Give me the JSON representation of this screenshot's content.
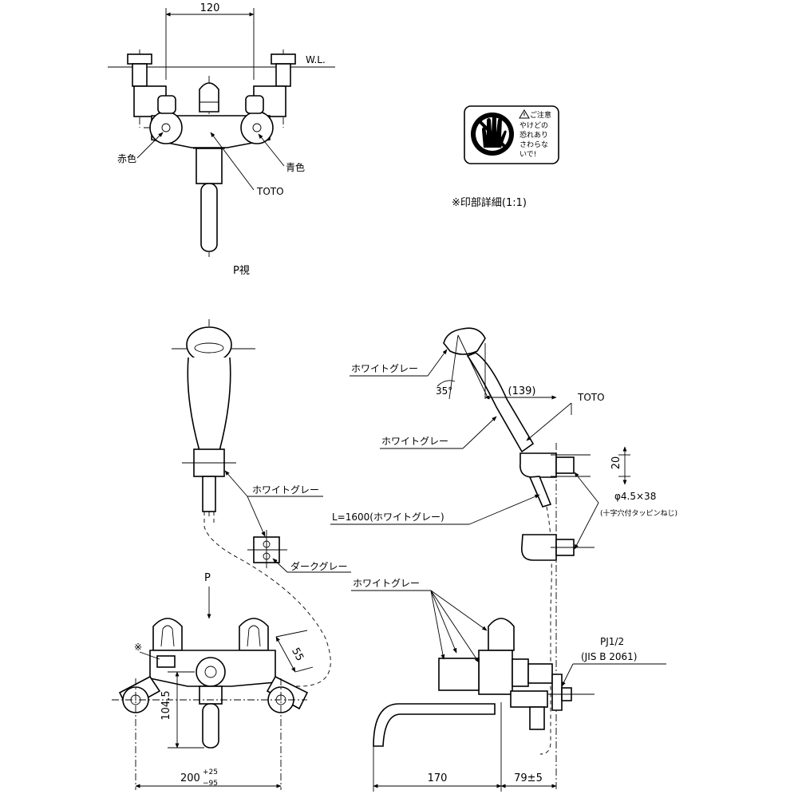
{
  "labels": {
    "dim_top_width": "120",
    "water_level": "W.L.",
    "red": "赤色",
    "blue": "青色",
    "toto_top": "TOTO",
    "view_p": "P視",
    "print_detail": "※印部詳細(1:1)",
    "warning_lines": [
      "ご注意",
      "やけどの",
      "恐れあり",
      "さわらな",
      "いで!"
    ],
    "white_grey_1": "ホワイトグレー",
    "angle": "35°",
    "dim_139": "(139)",
    "toto_side": "TOTO",
    "white_grey_2": "ホワイトグレー",
    "dim_20": "20",
    "white_grey_3": "ホワイトグレー",
    "screw": "φ4.5×38",
    "screw_note": "(十字穴付タッピンねじ)",
    "hose": "L=1600(ホワイトグレー)",
    "dark_grey": "ダークグレー",
    "white_grey_4": "ホワイトグレー",
    "view_arrow": "P",
    "asterisk": "※",
    "dim_55": "55",
    "dim_104_5": "104.5",
    "pj": "PJ1/2",
    "jis": "(JIS B 2061)",
    "dim_200": "200",
    "tol_plus": "+25",
    "tol_minus": "−95",
    "dim_170": "170",
    "dim_79": "79±5"
  },
  "icons": {
    "warning": "no-touch-hand-icon",
    "caution_triangle": "caution-triangle-icon"
  }
}
